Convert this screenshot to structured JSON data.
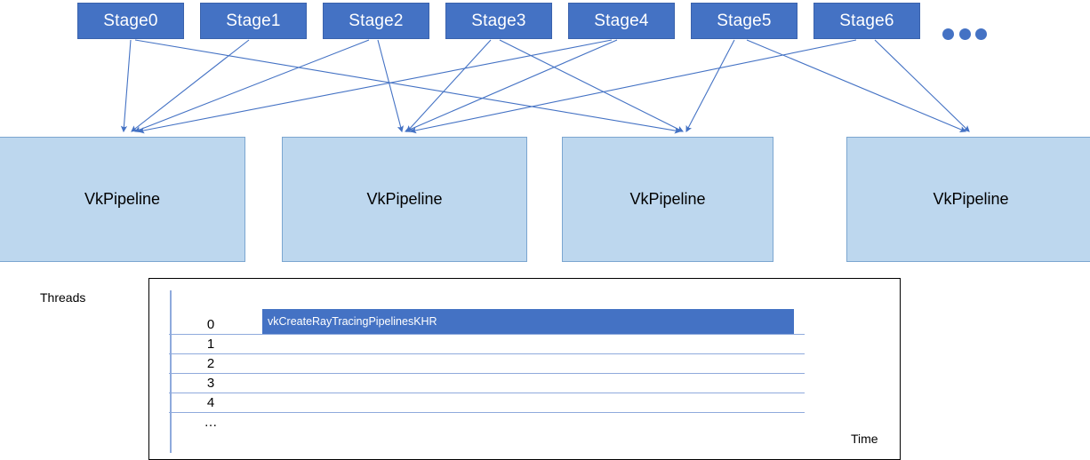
{
  "diagram": {
    "title_hidden": "",
    "colors": {
      "stage_fill": "#4472C4",
      "stage_text": "#FFFFFF",
      "pipeline_fill": "#BDD7EE",
      "pipeline_border": "#7BA6D0",
      "arrow": "#4472C4",
      "gridline": "#8FAADC",
      "bar_fill": "#4472C4",
      "panel_border": "#000000"
    },
    "stages": [
      {
        "label": "Stage0"
      },
      {
        "label": "Stage1"
      },
      {
        "label": "Stage2"
      },
      {
        "label": "Stage3"
      },
      {
        "label": "Stage4"
      },
      {
        "label": "Stage5"
      },
      {
        "label": "Stage6"
      }
    ],
    "stages_overflow_indicator": "•••",
    "pipelines": [
      {
        "label": "VkPipeline"
      },
      {
        "label": "VkPipeline"
      },
      {
        "label": "VkPipeline"
      },
      {
        "label": "VkPipeline"
      }
    ]
  },
  "timeline": {
    "threads_header": "Threads",
    "rows": [
      {
        "label": "0"
      },
      {
        "label": "1"
      },
      {
        "label": "2"
      },
      {
        "label": "3"
      },
      {
        "label": "4"
      },
      {
        "label": "…"
      }
    ],
    "bars": [
      {
        "row": "0",
        "label": "vkCreateRayTracingPipelinesKHR"
      }
    ],
    "time_axis_label": "Time"
  }
}
